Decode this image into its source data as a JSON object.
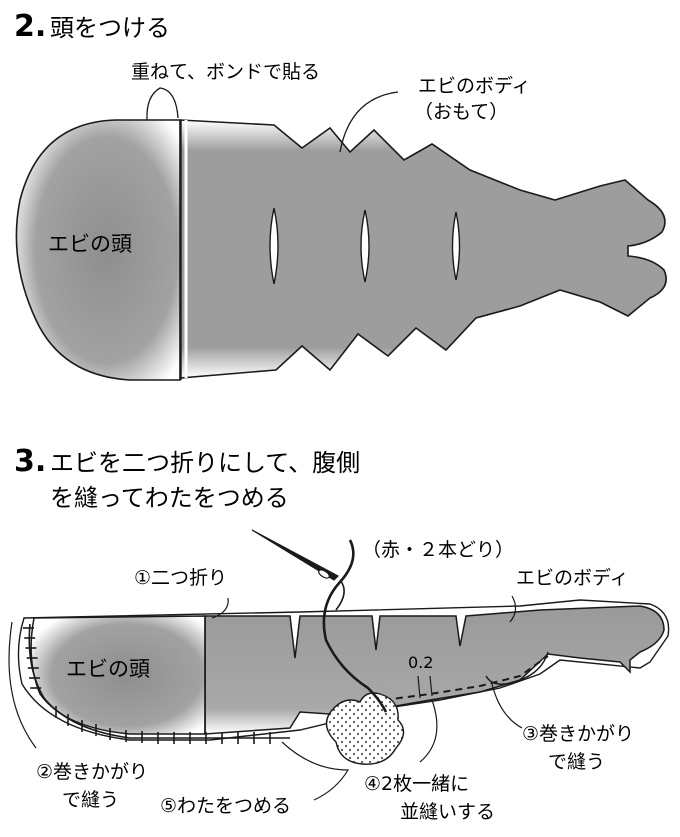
{
  "step2": {
    "number": "2.",
    "title": "頭をつける",
    "labels": {
      "glue": "重ねて、ボンドで貼る",
      "body_line1": "エビのボディ",
      "body_line2": "（おもて）",
      "head": "エビの頭"
    }
  },
  "step3": {
    "number": "3.",
    "title_line1": "エビを二つ折りにして、腹側",
    "title_line2": "を縫ってわたをつめる",
    "labels": {
      "thread": "（赤・２本どり）",
      "fold": "①二つ折り",
      "body": "エビのボディ",
      "head": "エビの頭",
      "margin": "0.2",
      "whip_stitch_line1": "②巻きかがり",
      "whip_stitch_line2": "で縫う",
      "whip_stitch_right_line1": "③巻きかがり",
      "whip_stitch_right_line2": "で縫う",
      "running_stitch_line1": "④2枚一緒に",
      "running_stitch_line2": "並縫いする",
      "stuffing": "⑤わたをつめる"
    }
  },
  "colors": {
    "fill_gray": "#9a9a9a",
    "fill_light": "#d9d9d9",
    "stroke": "#1a1a1a"
  }
}
